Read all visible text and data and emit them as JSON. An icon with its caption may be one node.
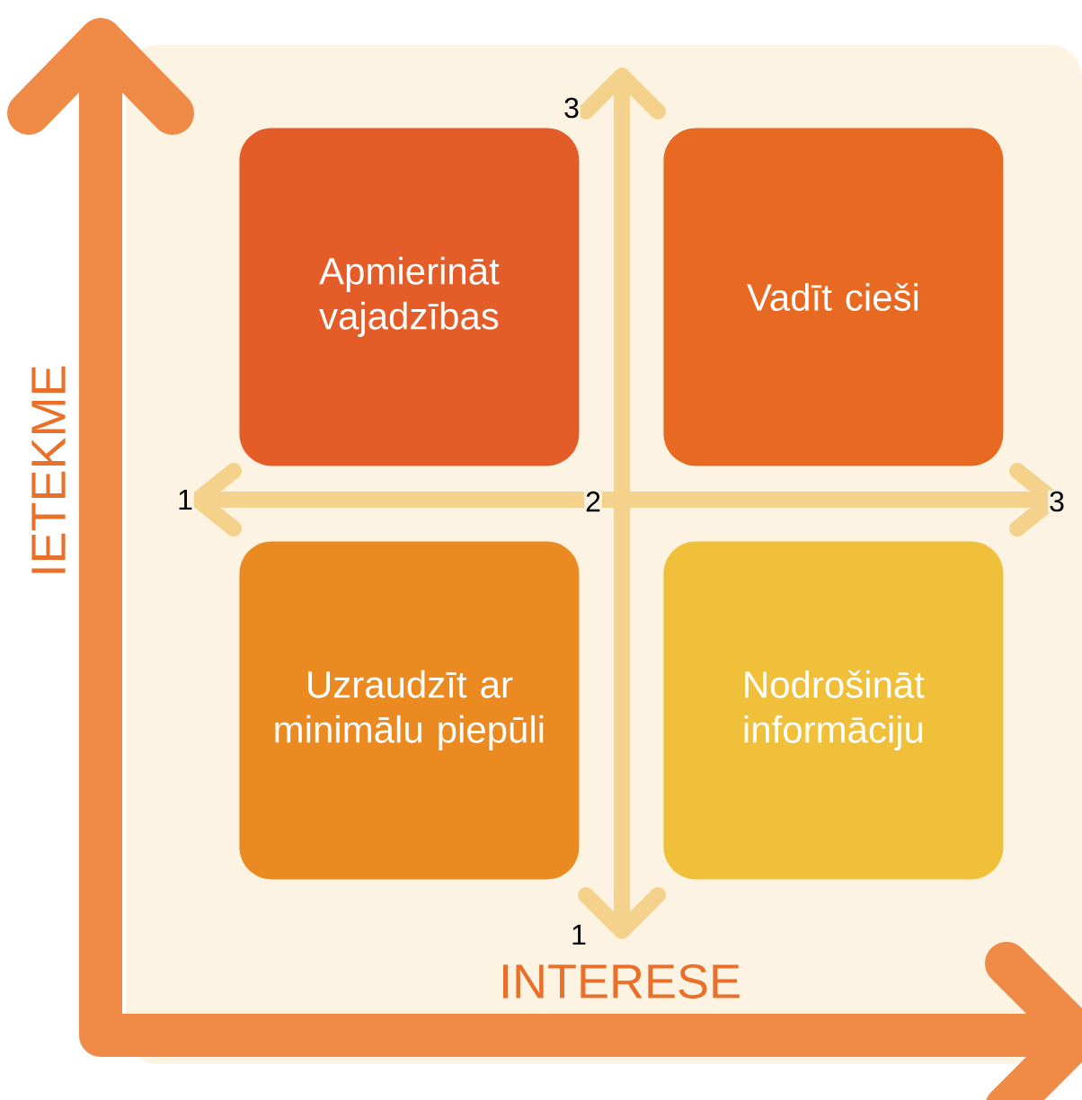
{
  "diagram": {
    "nodes": [
      {
        "text": [
          "Apmierināt vajadzības"
        ]
      },
      {
        "text": [
          "Vadīt cieši"
        ]
      },
      {
        "text": [
          "Uzraudzīt ar minimālu piepūli"
        ]
      },
      {
        "text": [
          "Nodrošināt informāciju"
        ]
      }
    ],
    "labels": [
      "3",
      "1",
      "2",
      "3",
      "1",
      "IETEKME",
      "INTERESE"
    ]
  }
}
